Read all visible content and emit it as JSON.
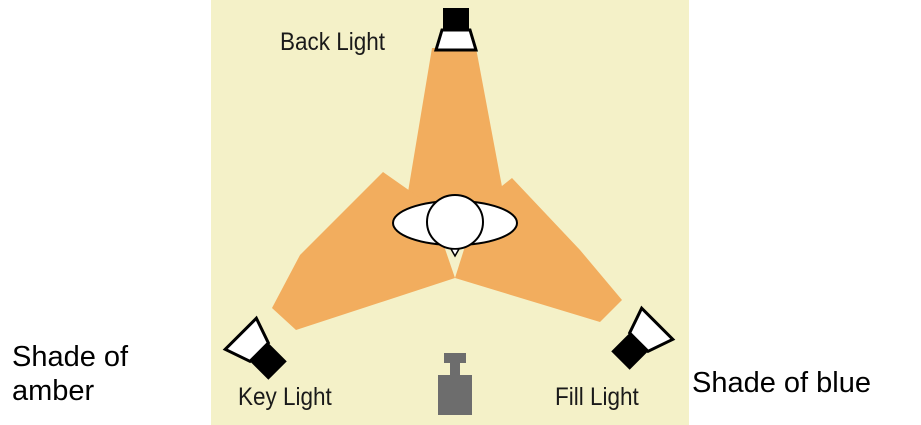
{
  "labels": {
    "left_note": "Shade of\namber",
    "right_note": "Shade of blue",
    "back_light": "Back Light",
    "key_light": "Key Light",
    "fill_light": "Fill Light"
  },
  "colors": {
    "background": "#f4f1c8",
    "light_beam": "#f2ad5e",
    "lamp_body": "#000000",
    "subject": "#ffffff",
    "camera": "#6d6d6d"
  },
  "icons": [
    "back-light-icon",
    "key-light-icon",
    "fill-light-icon",
    "subject-head-icon",
    "camera-icon"
  ]
}
